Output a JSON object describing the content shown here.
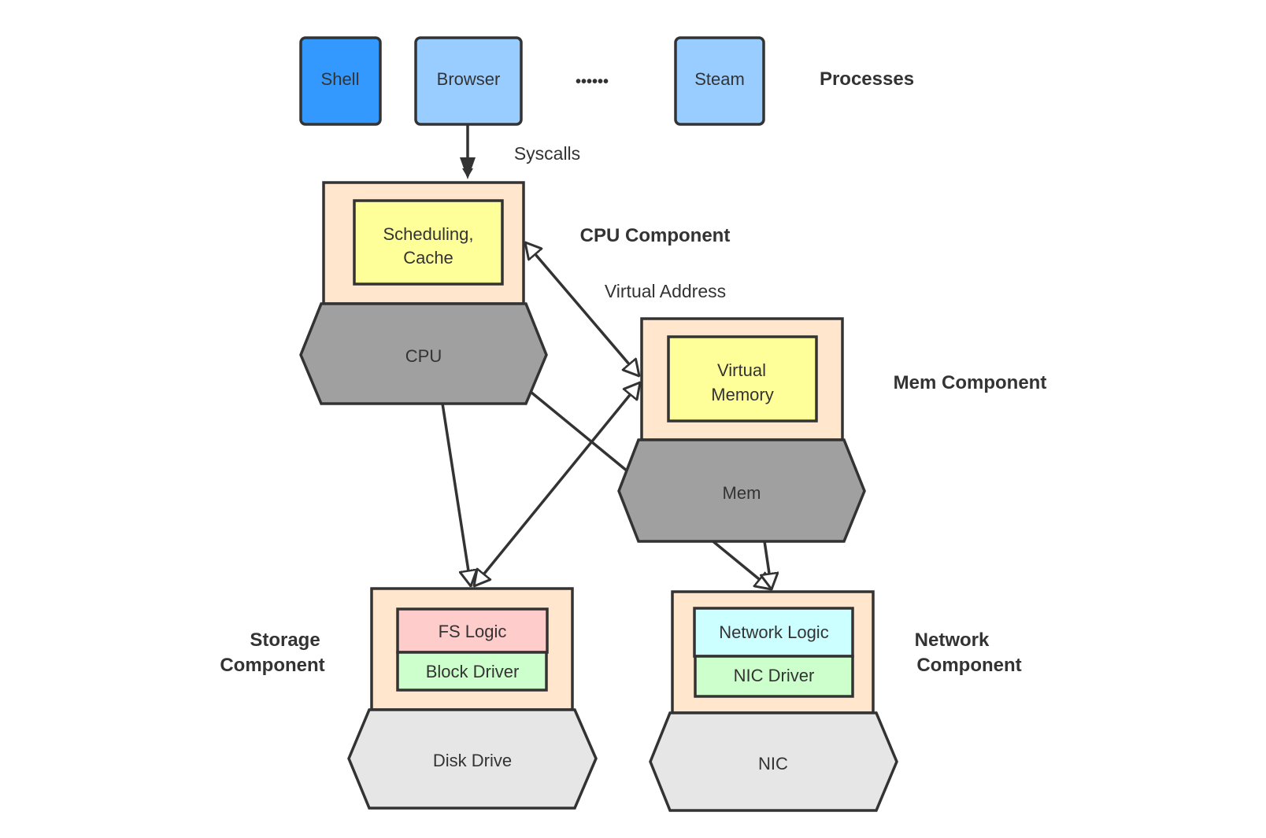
{
  "colors": {
    "stroke": "#333333",
    "shell_fill": "#3399ff",
    "process_fill": "#99ccff",
    "component_frame": "#ffe6cc",
    "logic_yellow": "#ffff99",
    "hardware_dark": "#a0a0a0",
    "hardware_light": "#e6e6e6",
    "fs_logic": "#ffcccc",
    "driver_green": "#ccffcc",
    "network_logic": "#ccffff"
  },
  "processes": {
    "shell": "Shell",
    "browser": "Browser",
    "ellipsis": "••••••",
    "steam": "Steam",
    "label": "Processes"
  },
  "edges": {
    "syscalls": "Syscalls",
    "virtual_address": "Virtual Address"
  },
  "cpu_component": {
    "title": "CPU Component",
    "logic_line1": "Scheduling,",
    "logic_line2": "Cache",
    "hardware": "CPU"
  },
  "mem_component": {
    "title": "Mem Component",
    "logic_line1": "Virtual",
    "logic_line2": "Memory",
    "hardware": "Mem"
  },
  "storage_component": {
    "title_line1": "Storage",
    "title_line2": "Component",
    "logic": "FS Logic",
    "driver": "Block Driver",
    "hardware": "Disk Drive"
  },
  "network_component": {
    "title_line1": "Network",
    "title_line2": "Component",
    "logic": "Network Logic",
    "driver": "NIC Driver",
    "hardware": "NIC"
  }
}
